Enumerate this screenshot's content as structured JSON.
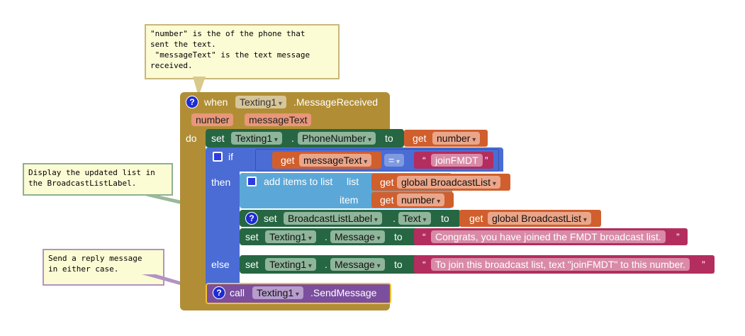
{
  "comments": {
    "received": "\"number\" is the of the phone that\nsent the text.\n \"messageText\" is the text message\nreceived.",
    "display": "Display the updated list in\nthe BroadcastListLabel.",
    "reply": "Send a reply message\nin either case."
  },
  "event": {
    "when": "when",
    "component": "Texting1",
    "event_name": ".MessageReceived",
    "params": [
      "number",
      "messageText"
    ],
    "do": "do"
  },
  "set_phone": {
    "set": "set",
    "component": "Texting1",
    "dot": ".",
    "property": "PhoneNumber",
    "to": "to",
    "get": "get",
    "var": "number"
  },
  "if_block": {
    "if": "if",
    "get": "get",
    "var": "messageText",
    "op": "=",
    "string": "joinFMDT",
    "then": "then",
    "else": "else"
  },
  "add_items": {
    "label": "add items to list",
    "list": "list",
    "item": "item",
    "get": "get",
    "list_var": "global BroadcastList",
    "item_var": "number"
  },
  "set_label": {
    "set": "set",
    "component": "BroadcastListLabel",
    "dot": ".",
    "property": "Text",
    "to": "to",
    "get": "get",
    "var": "global BroadcastList"
  },
  "set_msg_then": {
    "set": "set",
    "component": "Texting1",
    "dot": ".",
    "property": "Message",
    "to": "to",
    "string": "Congrats, you have joined the FMDT broadcast list."
  },
  "set_msg_else": {
    "set": "set",
    "component": "Texting1",
    "dot": ".",
    "property": "Message",
    "to": "to",
    "string": "To join this broadcast list, text \"joinFMDT\" to this number."
  },
  "call": {
    "call": "call",
    "component": "Texting1",
    "method": ".SendMessage"
  },
  "quote_open": "“",
  "quote_close": "”",
  "help_glyph": "?",
  "colors": {
    "event": "#b18e35",
    "component_set": "#266643",
    "control": "#4a6cd4",
    "list": "#5ba8d8",
    "variable": "#d05f2d",
    "text": "#b32d5e",
    "procedure_call": "#7c4f9e",
    "comment_bg": "#fbfbd4"
  }
}
